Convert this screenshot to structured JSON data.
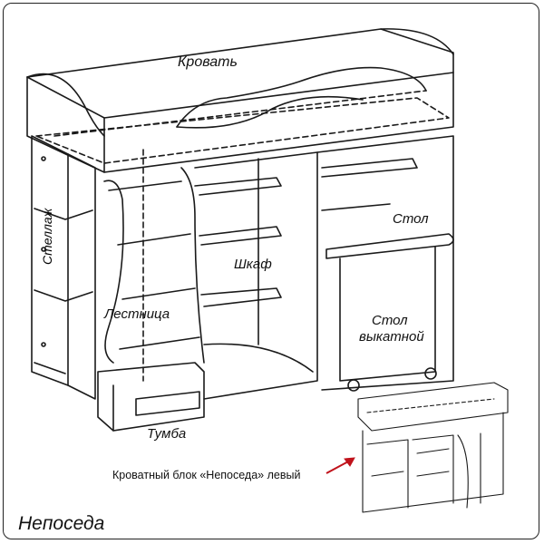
{
  "labels": {
    "bed": "Кровать",
    "shelving": "Стеллаж",
    "wardrobe": "Шкаф",
    "desk": "Стол",
    "ladder": "Лестница",
    "rolling_desk_line1": "Стол",
    "rolling_desk_line2": "выкатной",
    "nightstand": "Тумба"
  },
  "caption": "Кроватный блок «Непоседа» левый",
  "brand": "Непоседа",
  "colors": {
    "line": "#1a1a1a",
    "arrow": "#c0121b",
    "fill": "#ffffff"
  }
}
